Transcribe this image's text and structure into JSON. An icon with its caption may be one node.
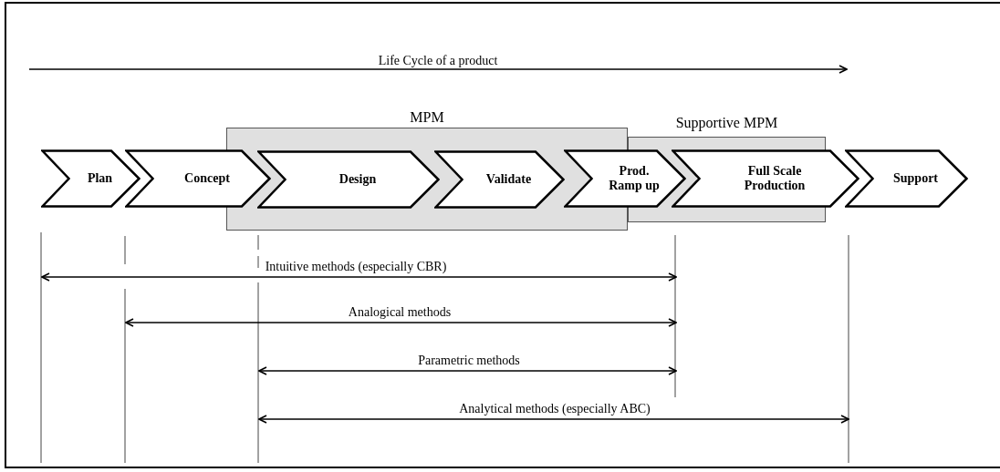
{
  "diagram": {
    "nodes": [
      {
        "text": [
          "MPM"
        ]
      },
      {
        "text": [
          "Supportive MPM"
        ]
      },
      {
        "text": [
          "Plan"
        ]
      },
      {
        "text": [
          "Concept"
        ]
      },
      {
        "text": [
          "Design"
        ],
        "in": 0
      },
      {
        "text": [
          "Validate"
        ],
        "in": 0
      },
      {
        "text": [
          "Prod. Ramp up"
        ]
      },
      {
        "text": [
          "Full Scale Production"
        ]
      },
      {
        "text": [
          "Support"
        ]
      }
    ],
    "labels": [
      "Life Cycle of a product",
      "Intuitive methods (especially CBR)",
      "Analogical methods",
      "Parametric methods",
      "Analytical methods (especially ABC)"
    ]
  }
}
